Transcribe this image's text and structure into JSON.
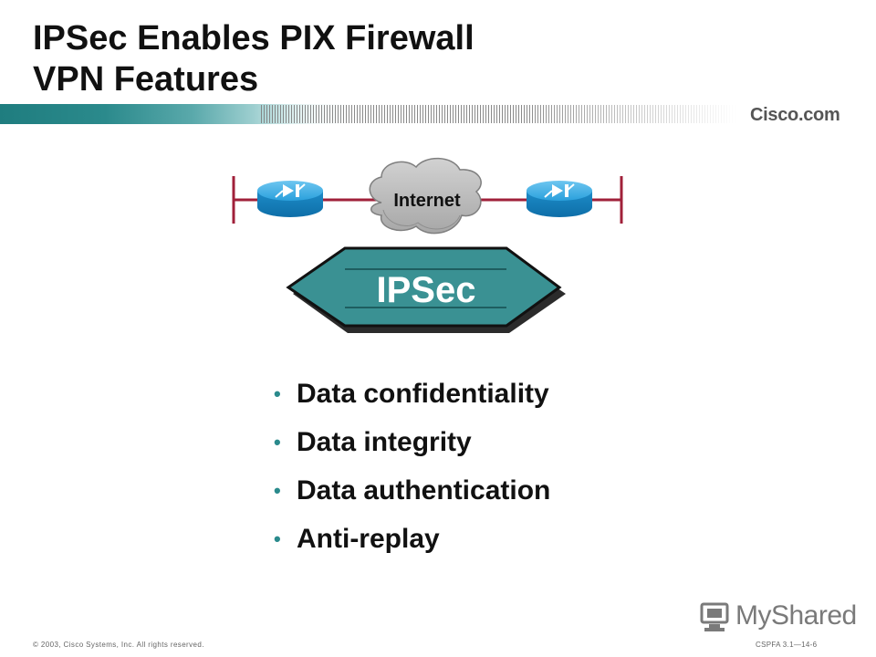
{
  "slide": {
    "title_line1": "IPSec Enables PIX Firewall",
    "title_line2": "VPN Features",
    "brand": "Cisco.com"
  },
  "diagram": {
    "cloud_label": "Internet",
    "arrow_label": "IPSec",
    "colors": {
      "teal": "#3a9193",
      "router": "#1a8fd0",
      "line": "#a0203a",
      "cloud": "#b8b8b8"
    }
  },
  "bullets": [
    {
      "label": "Data confidentiality"
    },
    {
      "label": "Data integrity"
    },
    {
      "label": "Data authentication"
    },
    {
      "label": "Anti-replay"
    }
  ],
  "footer": {
    "copyright": "© 2003, Cisco Systems, Inc. All rights reserved.",
    "code": "CSPFA 3.1—14-6",
    "logo_text": "MyShared"
  },
  "icons": [
    "router-icon",
    "cloud-icon",
    "double-arrow",
    "bullet-dot",
    "logo-icon"
  ]
}
